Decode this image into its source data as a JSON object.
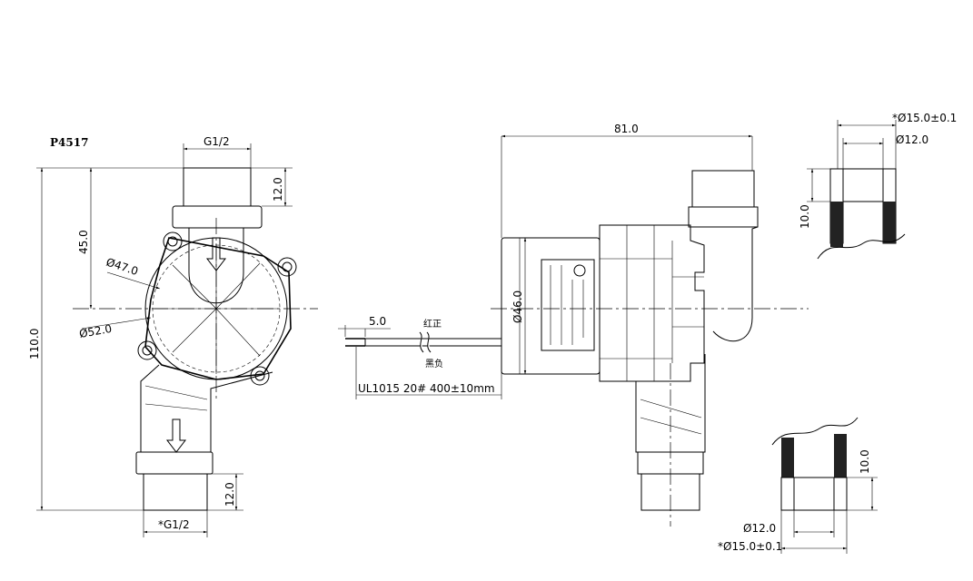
{
  "model_code": "P4517",
  "front_view": {
    "top_thread_label": "G1/2",
    "top_thread_length": "12.0",
    "top_offset": "45.0",
    "housing_diameter_inner": "Ø47.0",
    "housing_diameter_outer": "Ø52.0",
    "overall_height": "110.0",
    "bottom_thread_length": "12.0",
    "bottom_thread_label": "*G1/2"
  },
  "cable": {
    "strip_length": "5.0",
    "red_label": "红正",
    "black_label": "黑负",
    "spec": "UL1015 20# 400±10mm"
  },
  "side_view": {
    "overall_length": "81.0",
    "motor_diameter": "Ø46.0"
  },
  "detail_top": {
    "outer_diameter": "*Ø15.0±0.1",
    "inner_diameter": "Ø12.0",
    "thread_depth": "10.0"
  },
  "detail_bottom": {
    "thread_depth": "10.0",
    "inner_diameter": "Ø12.0",
    "outer_diameter": "*Ø15.0±0.1"
  }
}
